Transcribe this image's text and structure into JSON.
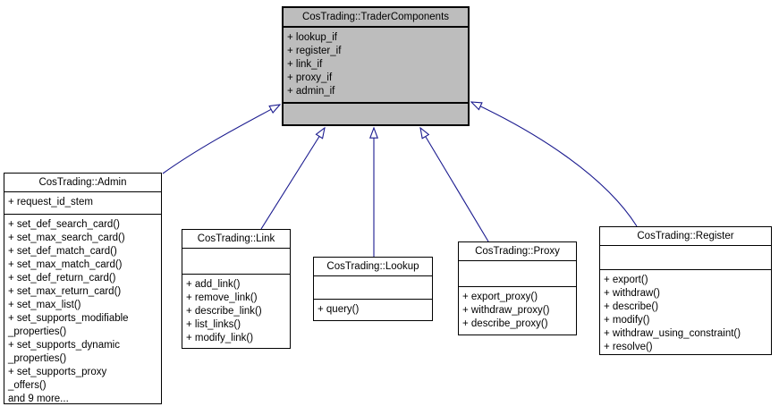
{
  "colors": {
    "edge": "#1b1b8f",
    "parent_fill": "#bdbdbd",
    "node_fill": "#ffffff",
    "border": "#000000",
    "background": "#ffffff"
  },
  "classes": {
    "trader_components": {
      "title": "CosTrading::TraderComponents",
      "attributes": [
        "+ lookup_if",
        "+ register_if",
        "+ link_if",
        "+ proxy_if",
        "+ admin_if"
      ],
      "method_lines": []
    },
    "admin": {
      "title": "CosTrading::Admin",
      "attributes": [
        "+ request_id_stem"
      ],
      "method_lines": [
        "+ set_def_search_card()",
        "+ set_max_search_card()",
        "+ set_def_match_card()",
        "+ set_max_match_card()",
        "+ set_def_return_card()",
        "+ set_max_return_card()",
        "+ set_max_list()",
        "+ set_supports_modifiable",
        "_properties()",
        "+ set_supports_dynamic",
        "_properties()",
        "+ set_supports_proxy",
        "_offers()",
        "and 9 more..."
      ]
    },
    "link": {
      "title": "CosTrading::Link",
      "attributes": [],
      "method_lines": [
        "+ add_link()",
        "+ remove_link()",
        "+ describe_link()",
        "+ list_links()",
        "+ modify_link()"
      ]
    },
    "lookup": {
      "title": "CosTrading::Lookup",
      "attributes": [],
      "method_lines": [
        "+ query()"
      ]
    },
    "proxy": {
      "title": "CosTrading::Proxy",
      "attributes": [],
      "method_lines": [
        "+ export_proxy()",
        "+ withdraw_proxy()",
        "+ describe_proxy()"
      ]
    },
    "register": {
      "title": "CosTrading::Register",
      "attributes": [],
      "method_lines": [
        "+ export()",
        "+ withdraw()",
        "+ describe()",
        "+ modify()",
        "+ withdraw_using_constraint()",
        "+ resolve()"
      ]
    }
  },
  "relations": [
    {
      "from": "CosTrading::Admin",
      "to": "CosTrading::TraderComponents",
      "type": "inheritance"
    },
    {
      "from": "CosTrading::Link",
      "to": "CosTrading::TraderComponents",
      "type": "inheritance"
    },
    {
      "from": "CosTrading::Lookup",
      "to": "CosTrading::TraderComponents",
      "type": "inheritance"
    },
    {
      "from": "CosTrading::Proxy",
      "to": "CosTrading::TraderComponents",
      "type": "inheritance"
    },
    {
      "from": "CosTrading::Register",
      "to": "CosTrading::TraderComponents",
      "type": "inheritance"
    }
  ]
}
